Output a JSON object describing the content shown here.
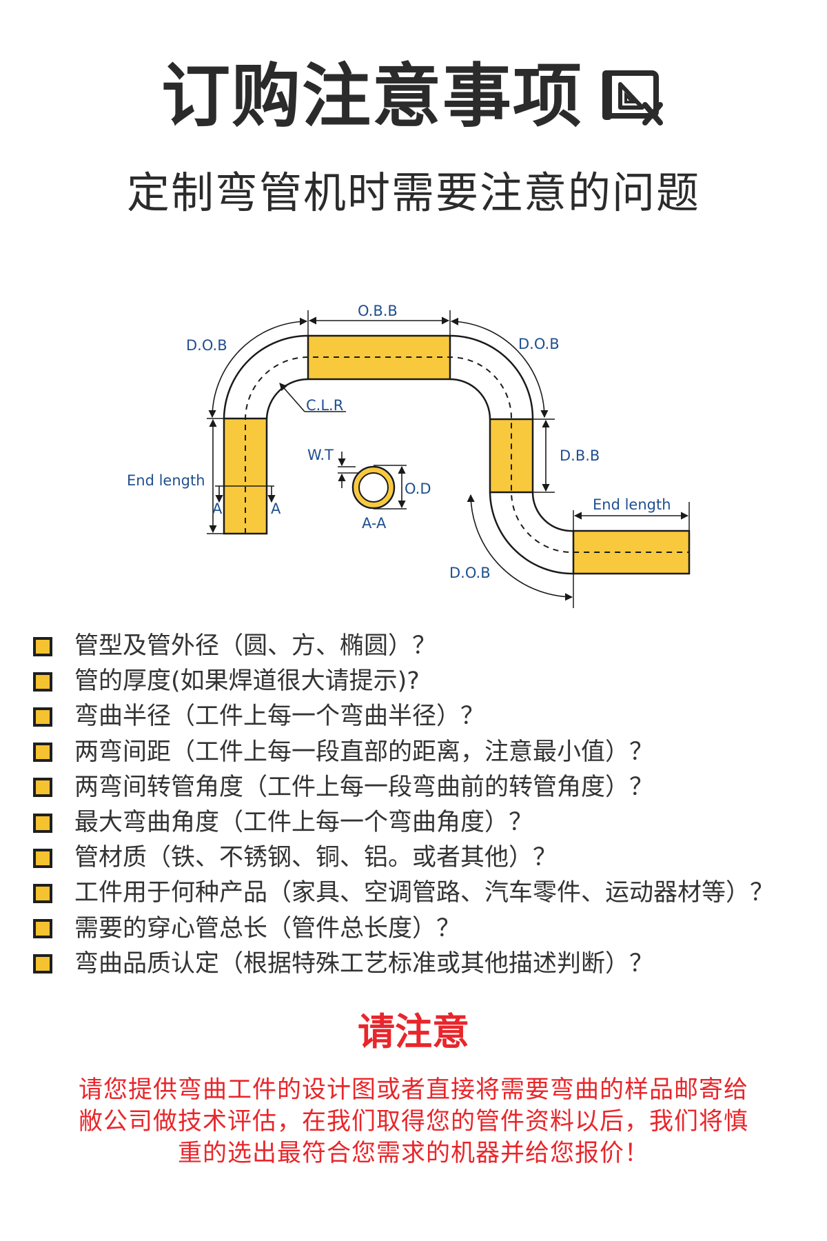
{
  "header": {
    "title": "订购注意事项",
    "title_icon": "drafting-ruler-icon",
    "subtitle": "定制弯管机时需要注意的问题"
  },
  "diagram": {
    "labels": {
      "obb": "O.B.B",
      "dob_left": "D.O.B",
      "dob_right": "D.O.B",
      "dob_bottom": "D.O.B",
      "clr": "C.L.R",
      "wt": "W.T",
      "od": "O.D",
      "aa": "A-A",
      "dbb": "D.B.B",
      "end_length_left": "End length",
      "end_length_right": "End length",
      "a_left": "A",
      "a_right": "A"
    },
    "colors": {
      "tube_fill": "#f8c93c",
      "line": "#1a1a1a",
      "label": "#1f4f8f"
    }
  },
  "checklist": {
    "bullet_color": "#f5c230",
    "items": [
      "管型及管外径（圆、方、椭圆）？",
      "管的厚度(如果焊道很大请提示)?",
      "弯曲半径（工件上每一个弯曲半径）？",
      "两弯间距（工件上每一段直部的距离，注意最小值）？",
      "两弯间转管角度（工件上每一段弯曲前的转管角度）？",
      "最大弯曲角度（工件上每一个弯曲角度）？",
      "管材质（铁、不锈钢、铜、铝。或者其他）？",
      "工件用于何种产品（家具、空调管路、汽车零件、运动器材等）？",
      "需要的穿心管总长（管件总长度）？",
      "弯曲品质认定（根据特殊工艺标准或其他描述判断）？"
    ]
  },
  "notice": {
    "title": "请注意",
    "color": "#e8262b",
    "lines": [
      "请您提供弯曲工件的设计图或者直接将需要弯曲的样品邮寄给",
      "敝公司做技术评估，在我们取得您的管件资料以后，我们将慎",
      "重的选出最符合您需求的机器并给您报价！"
    ]
  }
}
